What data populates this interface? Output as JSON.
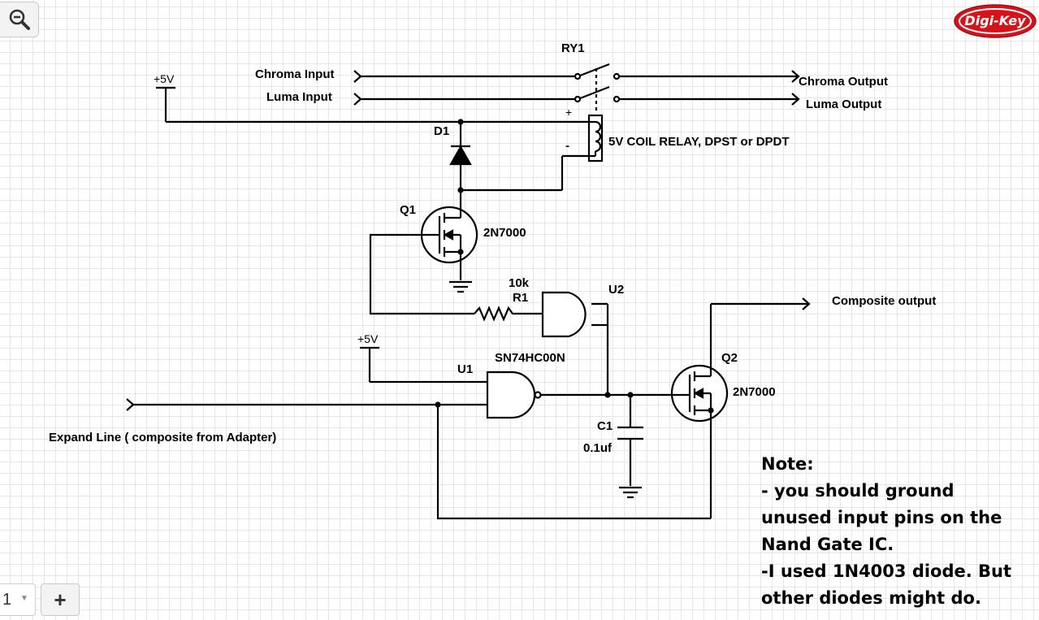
{
  "toolbar": {
    "zoom_icon": "zoom-out-icon",
    "logo_text": "Digi-Key",
    "page_number": "1",
    "add_label": "+"
  },
  "labels": {
    "vcc_top": "+5V",
    "vcc_bottom": "+5V",
    "chroma_in": "Chroma Input",
    "luma_in": "Luma Input",
    "chroma_out": "Chroma Output",
    "luma_out": "Luma Output",
    "ry1": "RY1",
    "coil_plus": "+",
    "coil_minus": "-",
    "relay_desc": "5V COIL RELAY, DPST or DPDT",
    "d1": "D1",
    "q1": "Q1",
    "q1_part": "2N7000",
    "r1_value": "10k",
    "r1": "R1",
    "u2": "U2",
    "u1": "U1",
    "u1_part": "SN74HC00N",
    "composite_out": "Composite output",
    "q2": "Q2",
    "q2_part": "2N7000",
    "c1": "C1",
    "c1_value": "0.1uf",
    "expand_line": "Expand Line ( composite from Adapter)"
  },
  "note": {
    "lines": [
      "Note:",
      "- you should ground",
      "unused input pins on the",
      "Nand Gate IC.",
      "-I used 1N4003 diode. But",
      "other diodes might do."
    ]
  },
  "colors": {
    "wire": "#000000",
    "grid": "#e6e6e6",
    "logo_red": "#d6131b"
  }
}
